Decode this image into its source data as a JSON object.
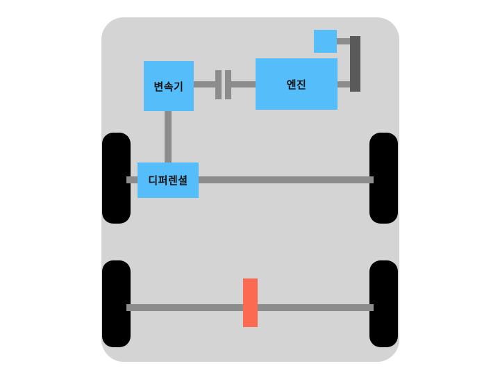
{
  "diagram": {
    "title": "",
    "background_color": "#ffffff",
    "body": {
      "name": "vehicle-body",
      "color": "#d4d4d4"
    },
    "components": [
      {
        "id": "transmission",
        "label": "변속기",
        "color": "#55bdfa"
      },
      {
        "id": "engine",
        "label": "엔진",
        "color": "#55bdfa"
      },
      {
        "id": "differential",
        "label": "디퍼렌셜",
        "color": "#55bdfa"
      },
      {
        "id": "auxiliary",
        "label": "",
        "color": "#55bdfa"
      }
    ],
    "parts": {
      "wheel_color": "#000000",
      "shaft_color": "#8c8c8c",
      "dark_bar_color": "#5a5a5a",
      "highlight_color": "#fc6a51"
    },
    "wheels": [
      {
        "id": "front-left",
        "label": ""
      },
      {
        "id": "front-right",
        "label": ""
      },
      {
        "id": "rear-left",
        "label": ""
      },
      {
        "id": "rear-right",
        "label": ""
      }
    ]
  }
}
